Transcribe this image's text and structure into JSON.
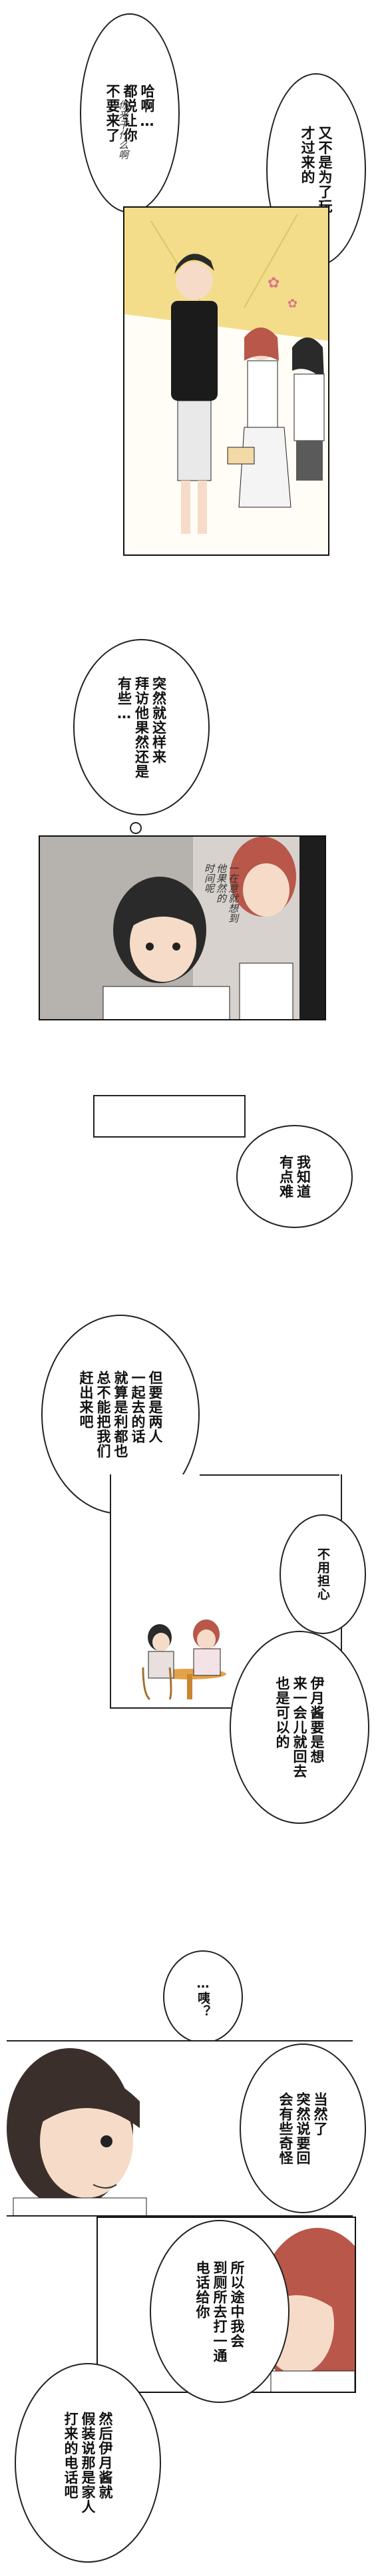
{
  "bubbles": {
    "b1": "哈啊…\n都说让你\n不要来了",
    "b1_hand": "你来干什么啊",
    "b2": "又不是为了玩\n才过来的",
    "b3": "突然就这样来\n拜访他果然还是\n有些…",
    "b3_hand": "一在意就想到\n他果然的\n时间呢",
    "b4": "我知道\n有点难",
    "b5": "但要是两人\n一起去的话\n就算是利都也\n总不能把我们\n赶出来吧",
    "b6": "不用担心",
    "b7": "伊月酱要是想\n来一会儿就回去\n也是可以的",
    "b8": "…咦？",
    "b9": "当然了\n突然说要回\n会有些奇怪",
    "b10": "所以途中我会\n到厕所去打一通\n电话给你",
    "b11": "然后伊月酱就\n假装说那是家人\n打来的电话吧"
  },
  "colors": {
    "ink": "#111111",
    "skin": "#f6dcc8",
    "hair_dark": "#2a2a2a",
    "hair_red": "#b8574a",
    "sunburst": "#f3dd8a",
    "panel_tone": "#b6b2ad"
  }
}
